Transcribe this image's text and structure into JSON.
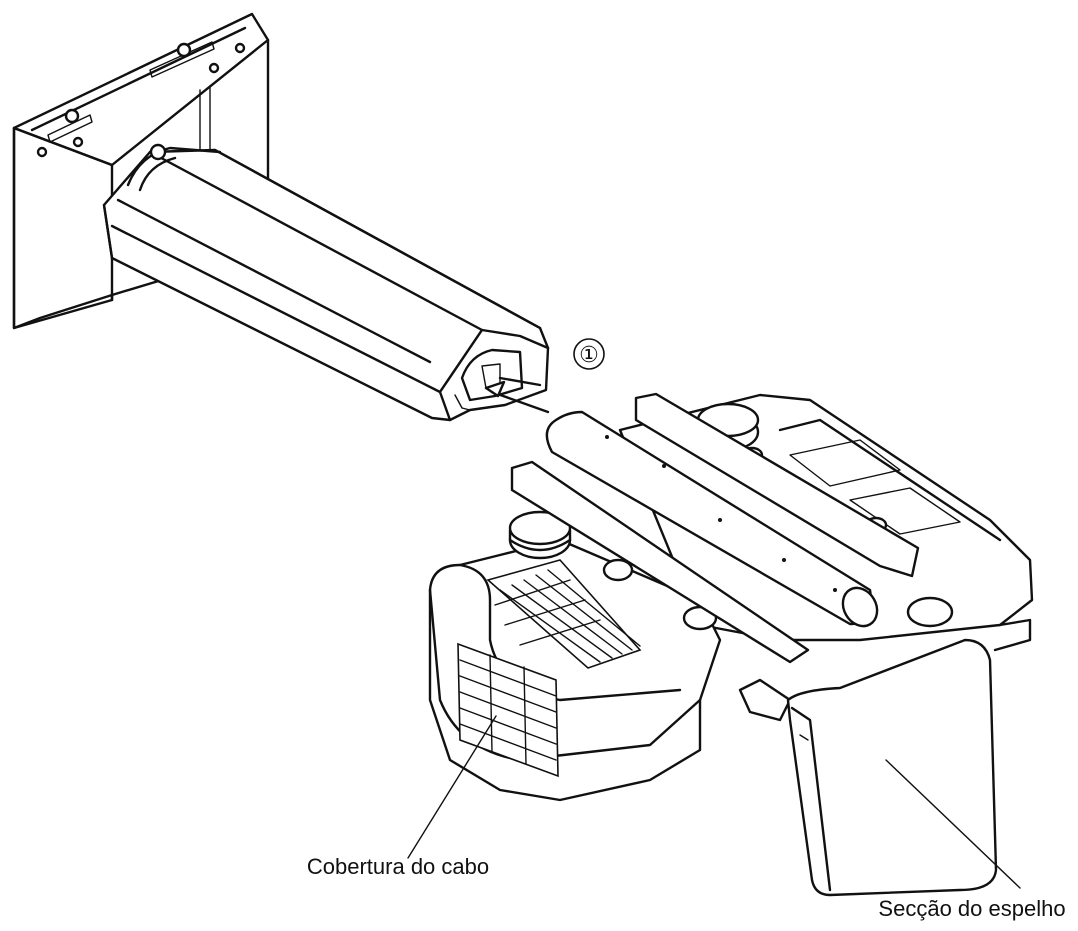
{
  "step_marker": "①",
  "labels": {
    "cable_cover": "Cobertura do cabo",
    "mirror_section": "Secção do espelho"
  },
  "colors": {
    "line": "#111111",
    "background": "#ffffff"
  }
}
